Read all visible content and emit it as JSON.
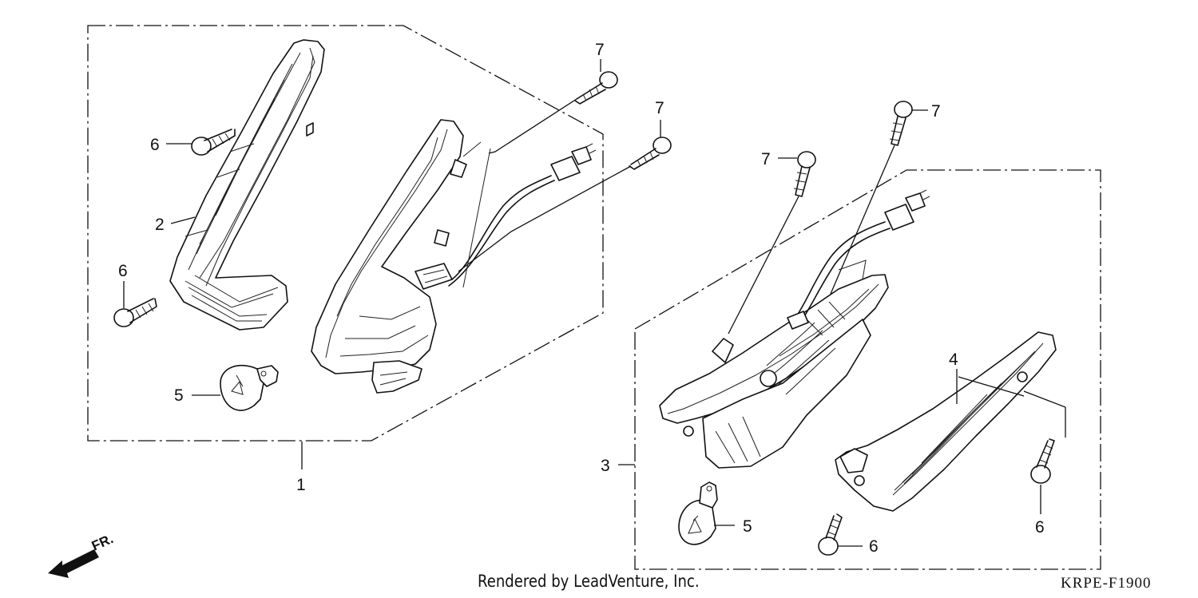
{
  "diagram": {
    "callouts": {
      "c1": "1",
      "c2": "2",
      "c3": "3",
      "c4": "4",
      "c5a": "5",
      "c5b": "5",
      "c6a": "6",
      "c6b": "6",
      "c6c": "6",
      "c6d": "6",
      "c7a": "7",
      "c7b": "7",
      "c7c": "7",
      "c7d": "7"
    },
    "direction_label": "FR.",
    "credit": "Rendered by LeadVenture, Inc.",
    "figure_code": "KRPE-F1900"
  }
}
